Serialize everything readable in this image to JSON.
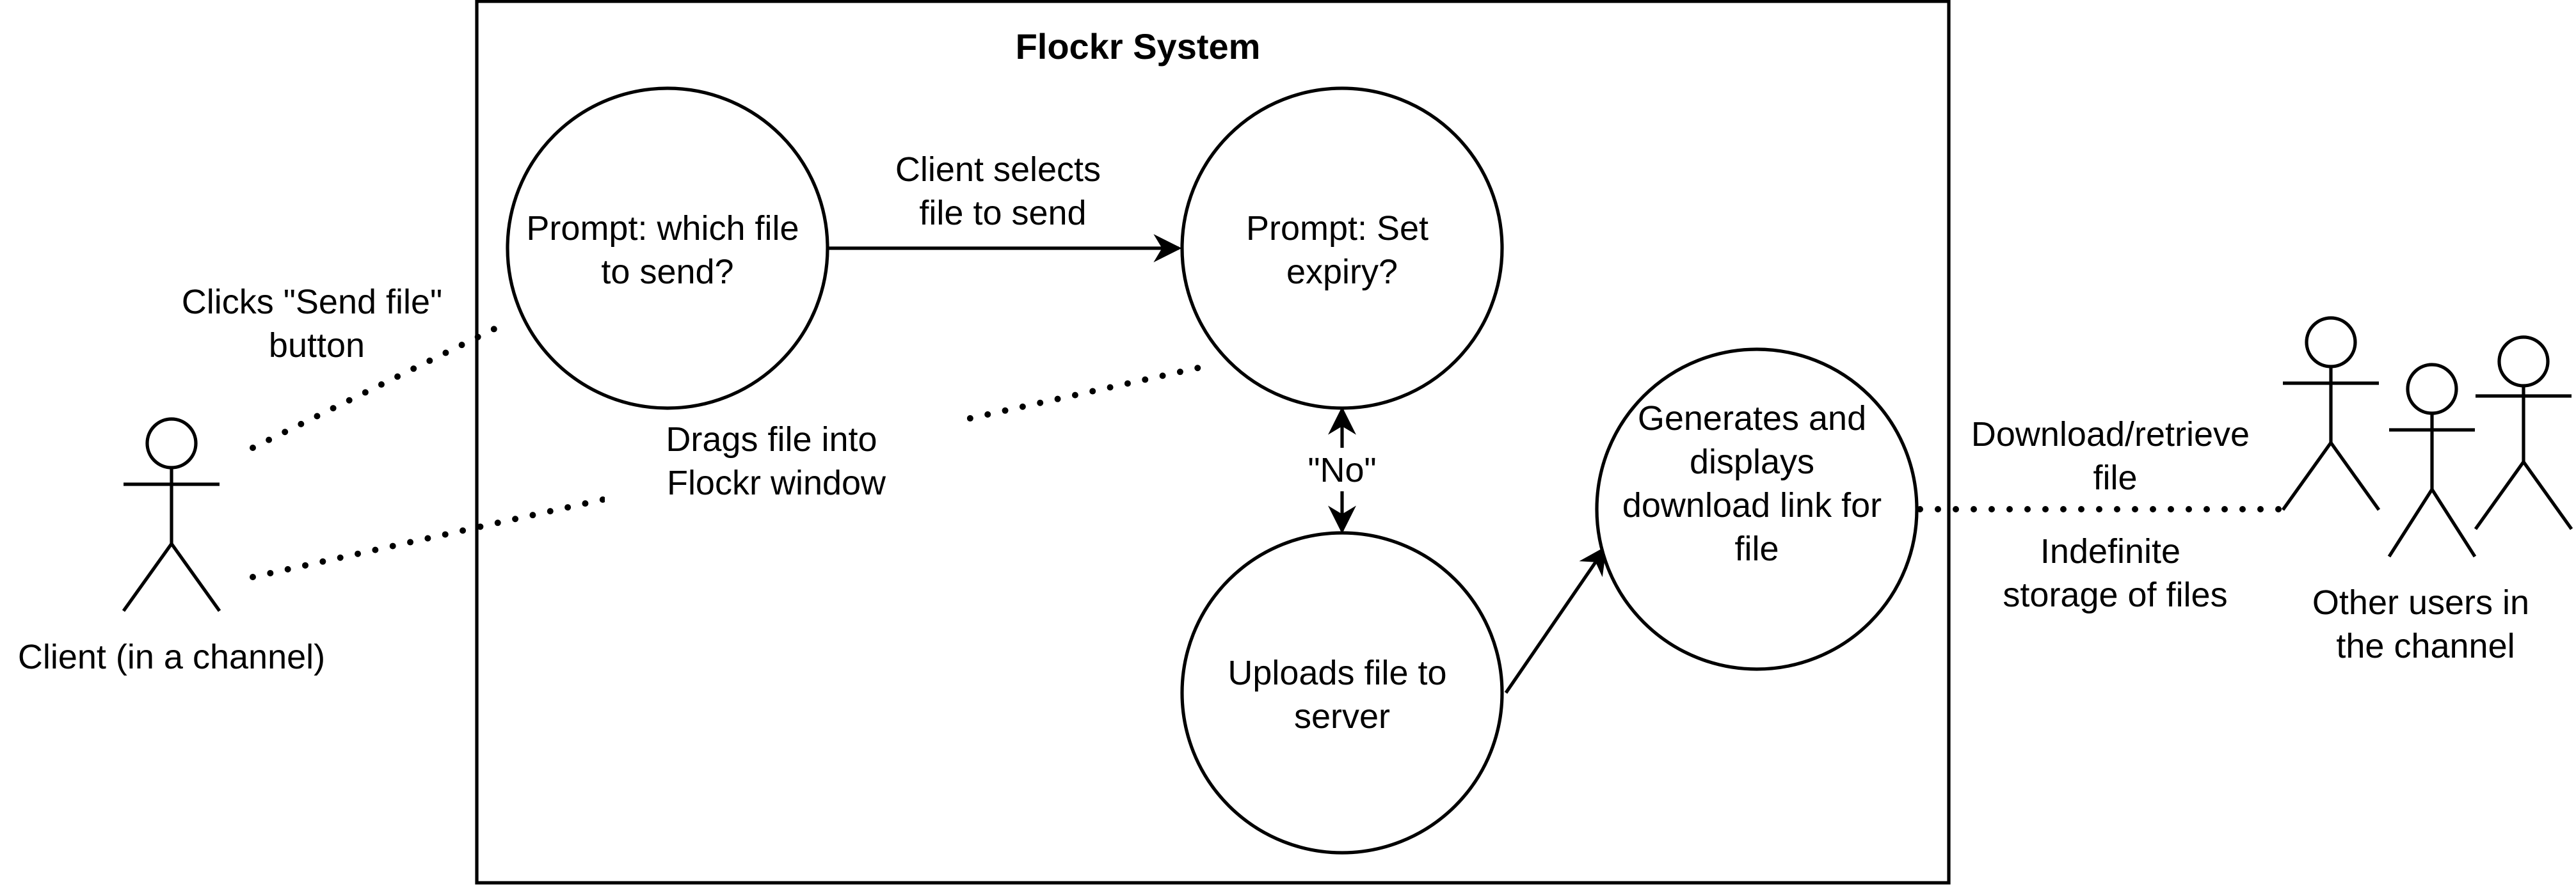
{
  "diagram": {
    "system_title": "Flockr System",
    "actors": {
      "client": "Client (in a channel)",
      "other_users": [
        "Other users in",
        "the channel"
      ]
    },
    "use_cases": {
      "prompt_file": [
        "Prompt: which file",
        "to send?"
      ],
      "prompt_expiry": [
        "Prompt: Set",
        "expiry?"
      ],
      "upload": [
        "Uploads file to",
        "server"
      ],
      "generate_link": [
        "Generates and",
        "displays",
        "download link for",
        "file"
      ]
    },
    "edge_labels": {
      "clicks_send": [
        "Clicks \"Send file\"",
        "button"
      ],
      "drags_file": [
        "Drags file into",
        "Flockr window"
      ],
      "client_selects": [
        "Client selects",
        "file to send"
      ],
      "no": "\"No\"",
      "download": [
        "Download/retrieve",
        "file"
      ],
      "storage": [
        "Indefinite",
        "storage of files"
      ]
    },
    "colors": {
      "stroke": "#000000",
      "background": "#ffffff"
    }
  }
}
